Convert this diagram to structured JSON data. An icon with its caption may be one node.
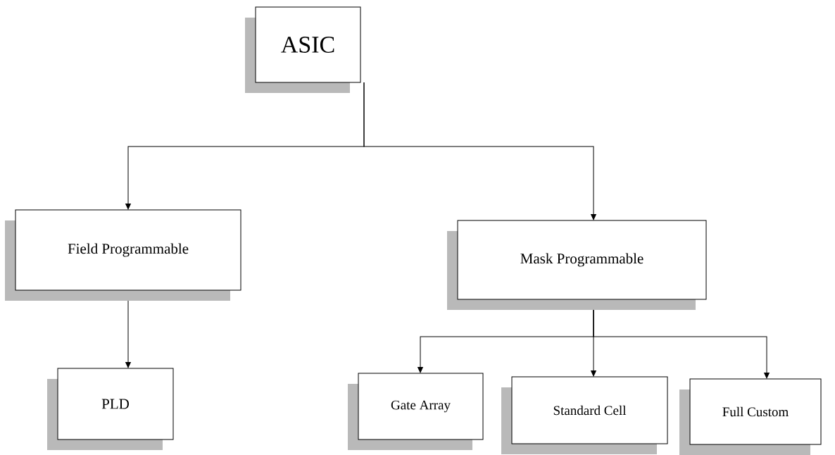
{
  "diagram": {
    "nodes": [
      {
        "text": [
          "ASIC"
        ]
      },
      {
        "text": [
          "Field Programmable"
        ]
      },
      {
        "text": [
          "Mask Programmable"
        ]
      },
      {
        "text": [
          "PLD"
        ]
      },
      {
        "text": [
          "Gate Array"
        ]
      },
      {
        "text": [
          "Standard Cell"
        ]
      },
      {
        "text": [
          "Full Custom"
        ]
      }
    ],
    "edges": [
      {
        "from": 0,
        "to": 1,
        "arrow": "to"
      },
      {
        "from": 0,
        "to": 2,
        "arrow": "to"
      },
      {
        "from": 1,
        "to": 3,
        "arrow": "to"
      },
      {
        "from": 2,
        "to": 4,
        "arrow": "to"
      },
      {
        "from": 2,
        "to": 5,
        "arrow": "to"
      },
      {
        "from": 2,
        "to": 6,
        "arrow": "to"
      }
    ]
  }
}
